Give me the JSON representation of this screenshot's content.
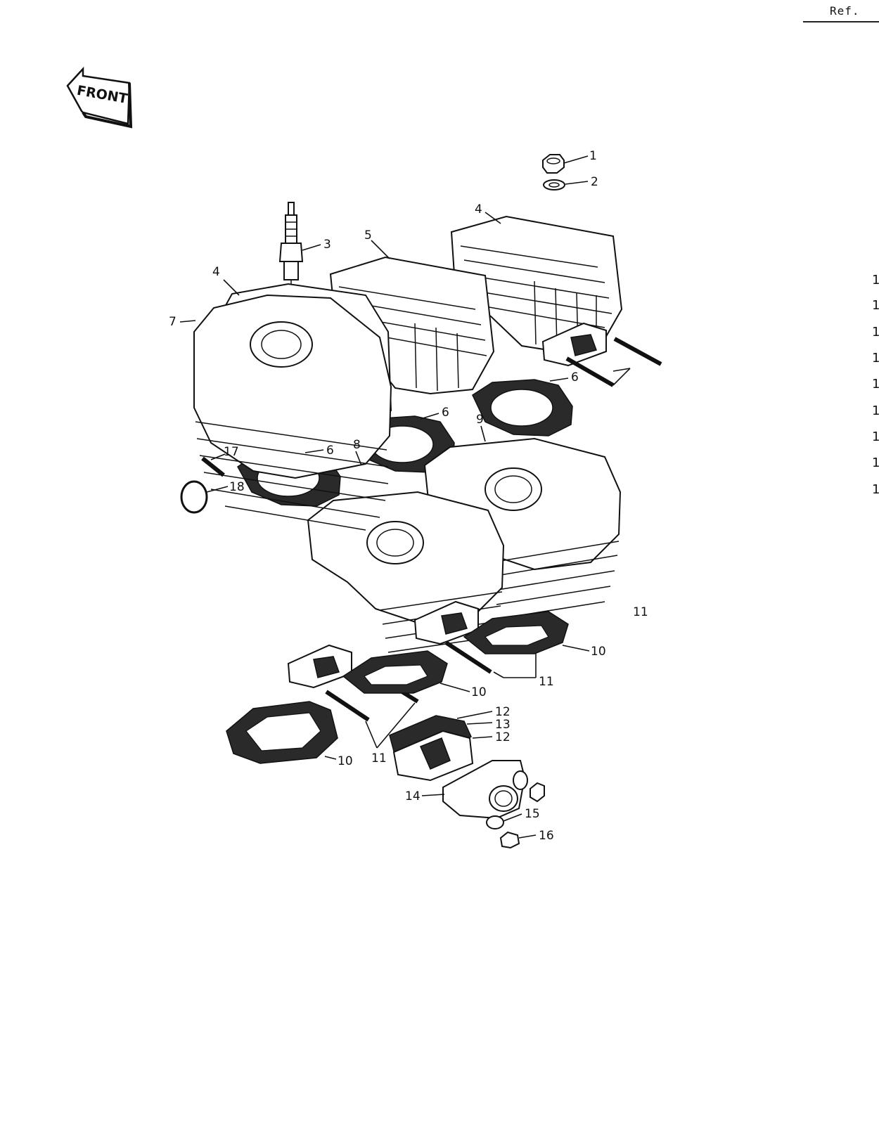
{
  "header": {
    "ref_label": "Ref."
  },
  "front_marker": {
    "label": "FRONT",
    "icon": "front-arrow-icon"
  },
  "margin_digits": [
    "1",
    "1",
    "1",
    "1",
    "1",
    "1",
    "1",
    "1",
    "1"
  ],
  "callouts": [
    {
      "id": "c1",
      "label": "1"
    },
    {
      "id": "c2",
      "label": "2"
    },
    {
      "id": "c3",
      "label": "3"
    },
    {
      "id": "c4a",
      "label": "4"
    },
    {
      "id": "c4b",
      "label": "4"
    },
    {
      "id": "c5",
      "label": "5"
    },
    {
      "id": "c6a",
      "label": "6"
    },
    {
      "id": "c6b",
      "label": "6"
    },
    {
      "id": "c6c",
      "label": "6"
    },
    {
      "id": "c7",
      "label": "7"
    },
    {
      "id": "c8",
      "label": "8"
    },
    {
      "id": "c9",
      "label": "9"
    },
    {
      "id": "c10a",
      "label": "10"
    },
    {
      "id": "c10b",
      "label": "10"
    },
    {
      "id": "c10c",
      "label": "10"
    },
    {
      "id": "c11a",
      "label": "11"
    },
    {
      "id": "c11b",
      "label": "11"
    },
    {
      "id": "c11c",
      "label": "11"
    },
    {
      "id": "c12a",
      "label": "12"
    },
    {
      "id": "c12b",
      "label": "12"
    },
    {
      "id": "c13",
      "label": "13"
    },
    {
      "id": "c14",
      "label": "14"
    },
    {
      "id": "c15",
      "label": "15"
    },
    {
      "id": "c16",
      "label": "16"
    },
    {
      "id": "c17",
      "label": "17"
    },
    {
      "id": "c18",
      "label": "18"
    }
  ]
}
